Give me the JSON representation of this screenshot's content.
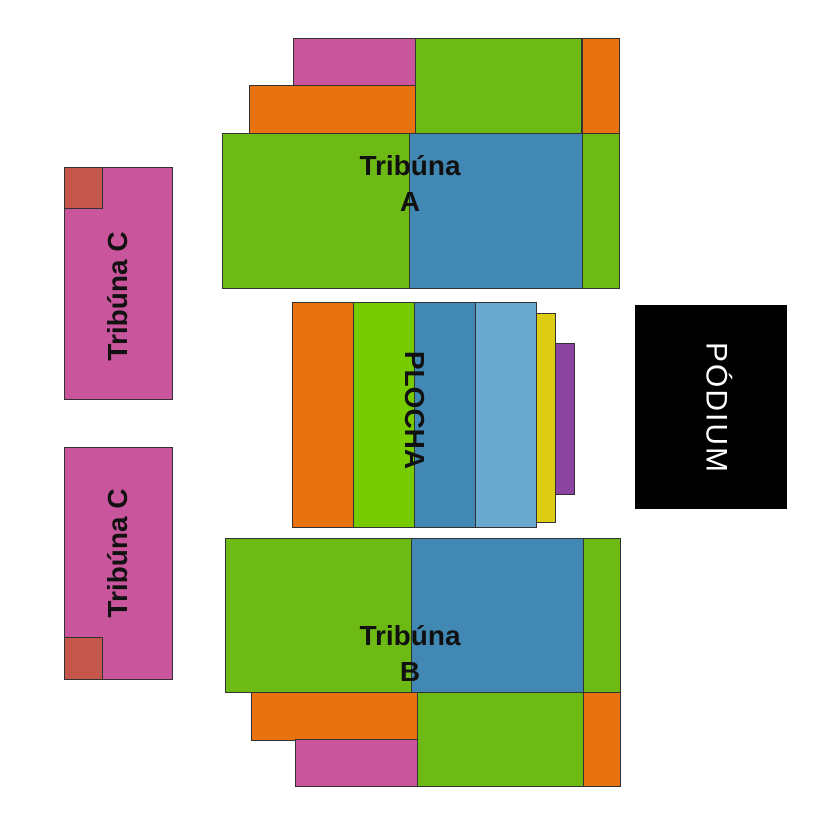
{
  "labels": {
    "tribuna_a": "Tribúna\nA",
    "tribuna_b": "Tribúna\nB",
    "tribuna_c": "Tribúna C",
    "plocha": "PLOCHA",
    "podium": "PÓDIUM"
  },
  "colors": {
    "pink": "#c9569c",
    "green": "#6eba14",
    "orange": "#e8720f",
    "blue": "#4189b4",
    "light_blue": "#6aa9d0",
    "lime": "#77cc00",
    "yellow": "#dccc14",
    "purple": "#8b44a0",
    "brick": "#c4564c",
    "black": "#000000"
  }
}
